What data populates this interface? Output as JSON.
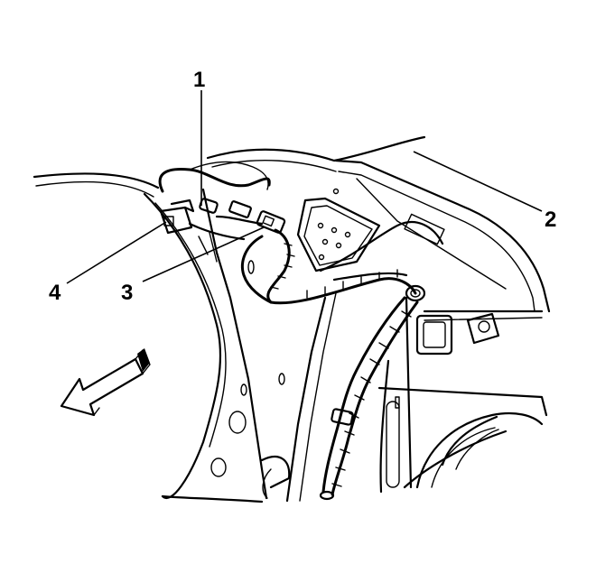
{
  "callouts": [
    {
      "id": "1",
      "label": "1"
    },
    {
      "id": "2",
      "label": "2"
    },
    {
      "id": "3",
      "label": "3"
    },
    {
      "id": "4",
      "label": "4"
    }
  ],
  "icons": {
    "direction_arrow": "front-direction-arrow-icon",
    "wire_harness": "wire-harness-icon",
    "connector": "electrical-connector-icon"
  },
  "colors": {
    "line": "#000000",
    "background": "#ffffff"
  }
}
